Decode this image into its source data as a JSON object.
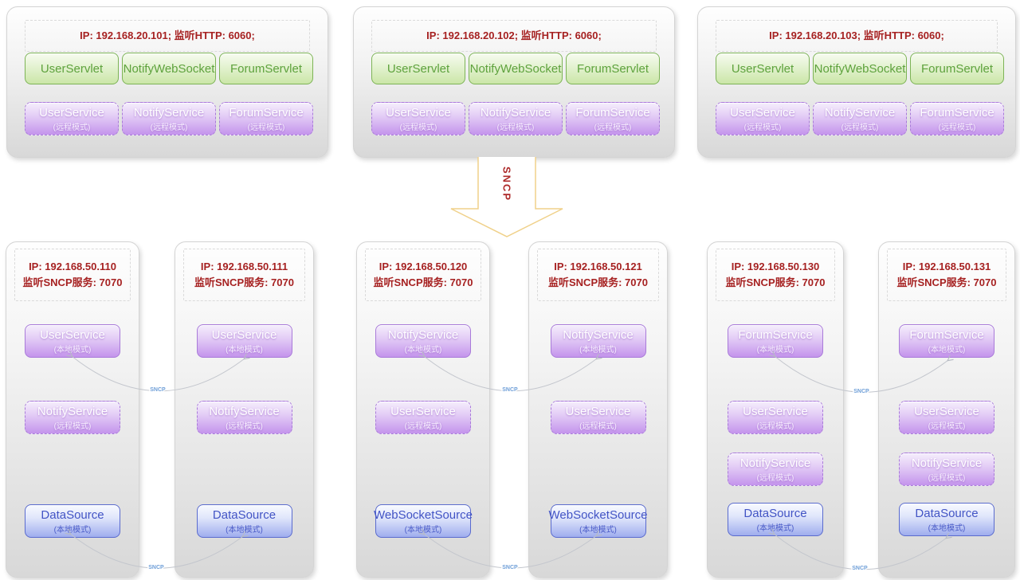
{
  "top_servers": [
    {
      "ip": "IP: 192.168.20.101;  监听HTTP: 6060;",
      "servlets": [
        "UserServlet",
        "NotifyWebSocket",
        "ForumServlet"
      ],
      "services": [
        {
          "name": "UserService",
          "mode": "(远程模式)"
        },
        {
          "name": "NotifyService",
          "mode": "(远程模式)"
        },
        {
          "name": "ForumService",
          "mode": "(远程模式)"
        }
      ]
    },
    {
      "ip": "IP: 192.168.20.102;  监听HTTP: 6060;",
      "servlets": [
        "UserServlet",
        "NotifyWebSocket",
        "ForumServlet"
      ],
      "services": [
        {
          "name": "UserService",
          "mode": "(远程模式)"
        },
        {
          "name": "NotifyService",
          "mode": "(远程模式)"
        },
        {
          "name": "ForumService",
          "mode": "(远程模式)"
        }
      ]
    },
    {
      "ip": "IP: 192.168.20.103;  监听HTTP: 6060;",
      "servlets": [
        "UserServlet",
        "NotifyWebSocket",
        "ForumServlet"
      ],
      "services": [
        {
          "name": "UserService",
          "mode": "(远程模式)"
        },
        {
          "name": "NotifyService",
          "mode": "(远程模式)"
        },
        {
          "name": "ForumService",
          "mode": "(远程模式)"
        }
      ]
    }
  ],
  "sncp_arrow_label": "SNCP",
  "connector_label": "SNCP",
  "bottom_servers": [
    {
      "ip_line1": "IP: 192.168.50.110",
      "ip_line2": "监听SNCP服务: 7070",
      "services": [
        {
          "name": "UserService",
          "mode": "(本地模式)"
        },
        {
          "name": "NotifyService",
          "mode": "(远程模式)"
        },
        {
          "name": "DataSource",
          "mode": "(本地模式)"
        }
      ]
    },
    {
      "ip_line1": "IP: 192.168.50.111",
      "ip_line2": "监听SNCP服务: 7070",
      "services": [
        {
          "name": "UserService",
          "mode": "(本地模式)"
        },
        {
          "name": "NotifyService",
          "mode": "(远程模式)"
        },
        {
          "name": "DataSource",
          "mode": "(本地模式)"
        }
      ]
    },
    {
      "ip_line1": "IP: 192.168.50.120",
      "ip_line2": "监听SNCP服务: 7070",
      "services": [
        {
          "name": "NotifyService",
          "mode": "(本地模式)"
        },
        {
          "name": "UserService",
          "mode": "(远程模式)"
        },
        {
          "name": "WebSocketSource",
          "mode": "(本地模式)"
        }
      ]
    },
    {
      "ip_line1": "IP: 192.168.50.121",
      "ip_line2": "监听SNCP服务: 7070",
      "services": [
        {
          "name": "NotifyService",
          "mode": "(本地模式)"
        },
        {
          "name": "UserService",
          "mode": "(远程模式)"
        },
        {
          "name": "WebSocketSource",
          "mode": "(本地模式)"
        }
      ]
    },
    {
      "ip_line1": "IP: 192.168.50.130",
      "ip_line2": "监听SNCP服务: 7070",
      "services": [
        {
          "name": "ForumService",
          "mode": "(本地模式)"
        },
        {
          "name": "UserService",
          "mode": "(远程模式)"
        },
        {
          "name": "NotifyService",
          "mode": "(远程模式)"
        },
        {
          "name": "DataSource",
          "mode": "(本地模式)"
        }
      ]
    },
    {
      "ip_line1": "IP: 192.168.50.131",
      "ip_line2": "监听SNCP服务: 7070",
      "services": [
        {
          "name": "ForumService",
          "mode": "(本地模式)"
        },
        {
          "name": "UserService",
          "mode": "(远程模式)"
        },
        {
          "name": "NotifyService",
          "mode": "(远程模式)"
        },
        {
          "name": "DataSource",
          "mode": "(本地模式)"
        }
      ]
    }
  ],
  "colors": {
    "ip_text": "#a62121",
    "green_border": "#7db456",
    "green_text": "#5ea23d",
    "purple_border": "#a97bd9",
    "blue_border": "#5a6bce",
    "blue_text": "#4254c5",
    "arrow_outline": "#f0d18a",
    "connector_line": "#c3c6cd",
    "connector_label_text": "#6f9fd8"
  }
}
